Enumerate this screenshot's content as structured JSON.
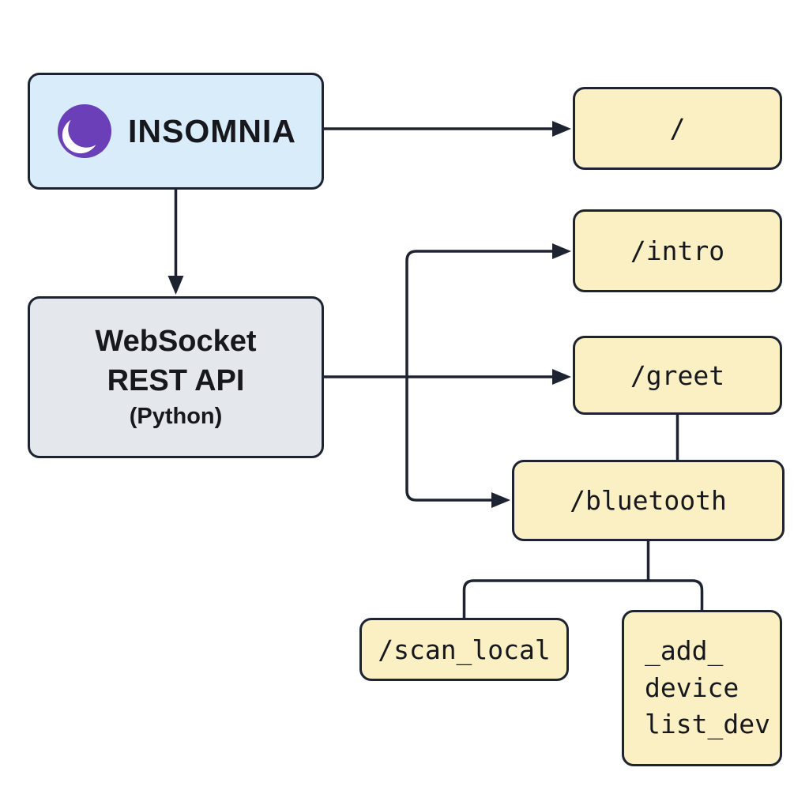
{
  "nodes": {
    "insomnia": {
      "label": "INSOMNIA"
    },
    "api": {
      "lines": [
        "WebSocket",
        "REST API",
        "(Python)"
      ]
    },
    "root": {
      "label": "/"
    },
    "intro": {
      "label": "/intro"
    },
    "greet": {
      "label": "/greet"
    },
    "bluetooth": {
      "label": "/bluetooth"
    },
    "scan_local": {
      "label": "/scan_local"
    },
    "add_device": {
      "lines": [
        "_add_",
        "device",
        "list_dev"
      ]
    }
  },
  "icons": {
    "insomnia_logo": "insomnia-moon-logo"
  },
  "colors": {
    "insomnia-fill": "#d9ecfa",
    "api-fill": "#e4e7eb",
    "endpoint-fill": "#fbf0c4",
    "stroke": "#1d2330",
    "logo-purple": "#6b3fb8",
    "text": "#16181d"
  }
}
